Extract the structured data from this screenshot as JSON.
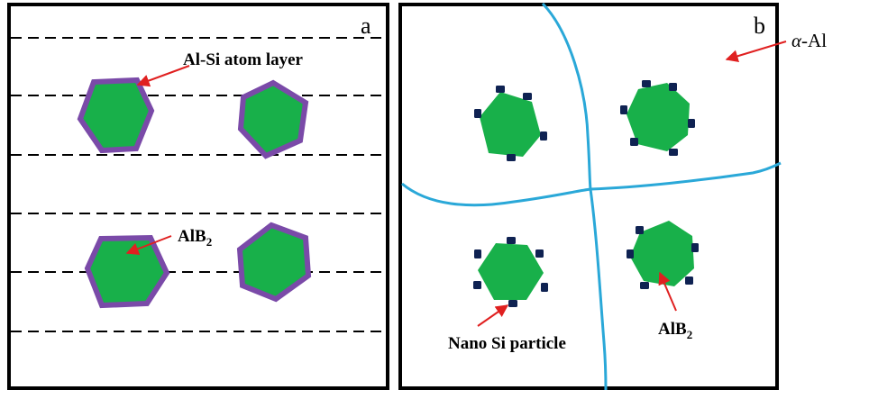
{
  "panel_a": {
    "letter": "a",
    "labels": {
      "atom_layer": "Al-Si atom layer",
      "alb2_main": "AlB",
      "alb2_sub": "2"
    }
  },
  "panel_b": {
    "letter": "b",
    "labels": {
      "alpha_greek": "α",
      "alpha_rest": "-Al",
      "nano_si": "Nano Si particle",
      "alb2_main": "AlB",
      "alb2_sub": "2"
    }
  },
  "colors": {
    "particle_fill": "#18b04a",
    "atom_layer_outline": "#7a4aa8",
    "nano_si": "#0f2252",
    "grain_boundary": "#2aa8d8",
    "arrow": "#e02020",
    "frame": "#000000",
    "dashed_line": "#000000"
  }
}
